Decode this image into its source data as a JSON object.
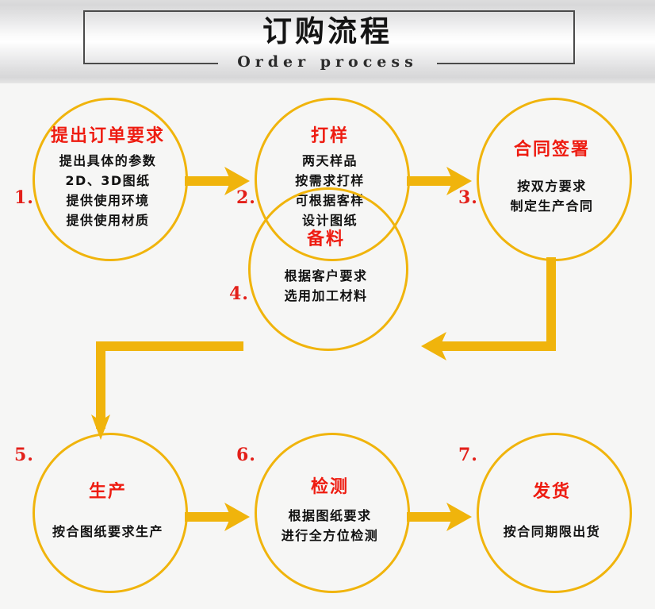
{
  "header": {
    "title_cn": "订购流程",
    "title_en": "Order process"
  },
  "colors": {
    "accent": "#f0b40c",
    "title_red": "#ee1c11",
    "number_red": "#e3201a",
    "body_black": "#111111",
    "frame_gray": "#4a4a4a",
    "background": "#f6f6f5"
  },
  "steps": [
    {
      "number": "1.",
      "title": "提出订单要求",
      "lines": [
        "提出具体的参数",
        "2D、3D图纸",
        "提供使用环境",
        "提供使用材质"
      ]
    },
    {
      "number": "2.",
      "title": "打样",
      "lines": [
        "两天样品",
        "按需求打样",
        "可根据客样",
        "设计图纸"
      ]
    },
    {
      "number": "3.",
      "title": "合同签署",
      "lines": [
        "按双方要求",
        "制定生产合同"
      ]
    },
    {
      "number": "4.",
      "title": "备料",
      "lines": [
        "根据客户要求",
        "选用加工材料"
      ]
    },
    {
      "number": "5.",
      "title": "生产",
      "lines": [
        "按合图纸要求生产"
      ]
    },
    {
      "number": "6.",
      "title": "检测",
      "lines": [
        "根据图纸要求",
        "进行全方位检测"
      ]
    },
    {
      "number": "7.",
      "title": "发货",
      "lines": [
        "按合同期限出货"
      ]
    }
  ],
  "connectors": [
    {
      "name": "arrow-step1-to-step2",
      "kind": "horizontal-right"
    },
    {
      "name": "arrow-step2-to-step3",
      "kind": "horizontal-right"
    },
    {
      "name": "arrow-step3-to-step4",
      "kind": "elbow-down-left"
    },
    {
      "name": "arrow-step4-to-step5",
      "kind": "elbow-left-down"
    },
    {
      "name": "arrow-step5-to-step6",
      "kind": "horizontal-right"
    },
    {
      "name": "arrow-step6-to-step7",
      "kind": "horizontal-right"
    }
  ]
}
